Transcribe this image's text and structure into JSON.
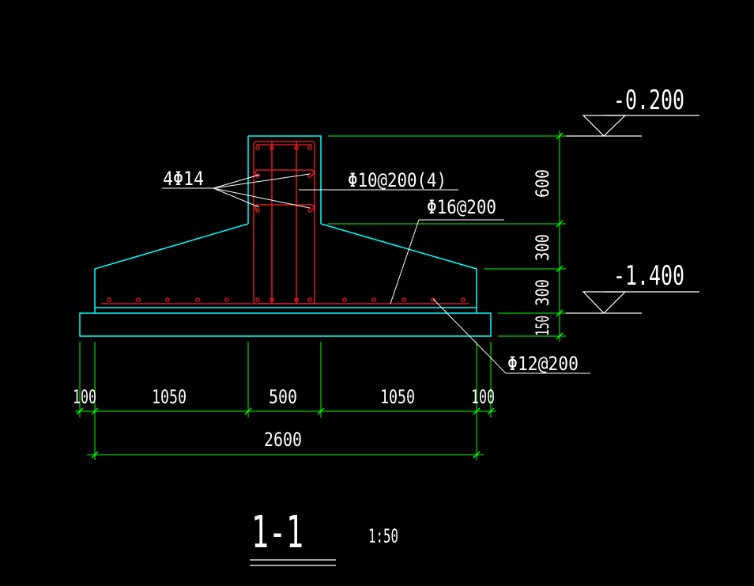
{
  "drawing": {
    "section_title": "1-1",
    "scale": "1:50",
    "colors": {
      "background": "#000000",
      "concrete_outline": "#00ffff",
      "rebar": "#ff2020",
      "dimension": "#00ff00",
      "text": "#ffffff",
      "leader": "#ffffff"
    },
    "elevations": {
      "top": "-0.200",
      "bottom": "-1.400"
    },
    "rebar_labels": {
      "column_corner_bars": "4Φ14",
      "column_stirrups": "Φ10@200(4)",
      "footing_top_bars": "Φ16@200",
      "footing_bottom_bars": "Φ12@200"
    },
    "horizontal_dimensions": {
      "segments": [
        "100",
        "1050",
        "500",
        "1050",
        "100"
      ],
      "total": "2600"
    },
    "vertical_dimensions": [
      "600",
      "300",
      "300",
      "150"
    ]
  }
}
